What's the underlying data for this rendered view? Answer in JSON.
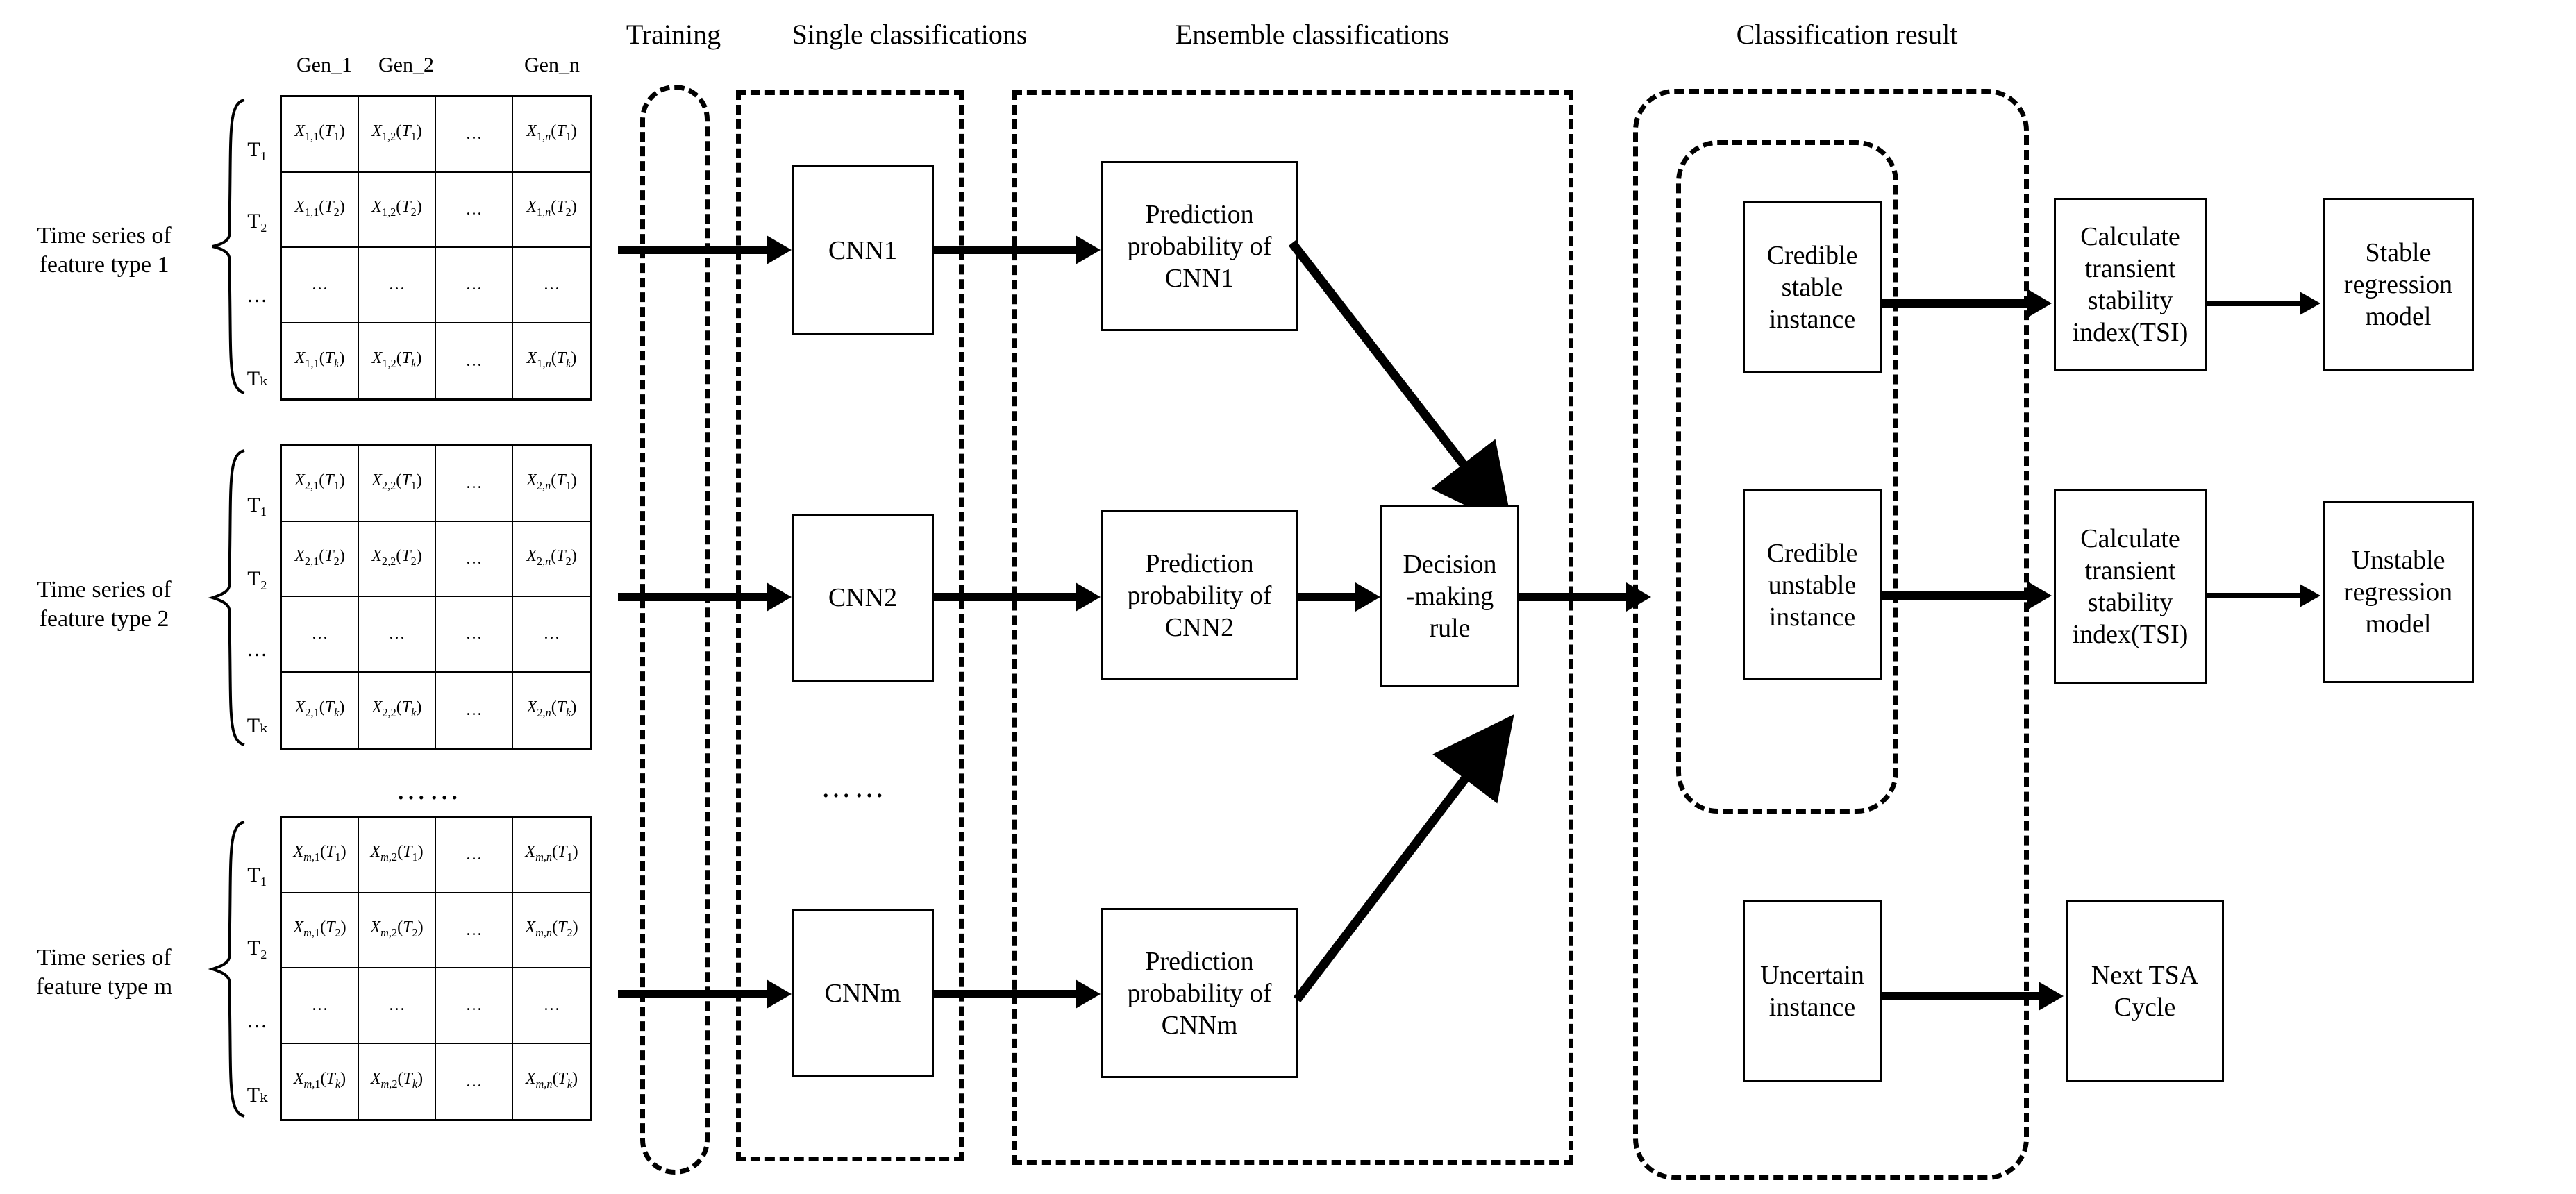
{
  "headers": [
    {
      "id": "training",
      "label": "Training"
    },
    {
      "id": "single",
      "label": "Single classifications"
    },
    {
      "id": "ensemble",
      "label": "Ensemble classifications"
    },
    {
      "id": "result",
      "label": "Classification result"
    }
  ],
  "matrices": [
    {
      "series_label": "Time series of\nfeature type 1",
      "series_label_line1": "Time series of",
      "series_label_line2": "feature type 1",
      "col_headers": [
        "Gen_1",
        "Gen_2",
        "",
        "Gen_n"
      ],
      "row_labels": [
        "T₁",
        "T₂",
        "…",
        "Tₖ"
      ],
      "rows": [
        [
          "X1,1(T1)",
          "X1,2(T1)",
          "…",
          "X1,n(T1)"
        ],
        [
          "X1,1(T2)",
          "X1,2(T2)",
          "…",
          "X1,n(T2)"
        ],
        [
          "…",
          "…",
          "…",
          "…"
        ],
        [
          "X1,1(Tk)",
          "X1,2(Tk)",
          "…",
          "X1,n(Tk)"
        ]
      ]
    },
    {
      "series_label_line1": "Time series of",
      "series_label_line2": "feature type 2",
      "col_headers": [
        "",
        "",
        "",
        ""
      ],
      "row_labels": [
        "T₁",
        "T₂",
        "…",
        "Tₖ"
      ],
      "rows": [
        [
          "X2,1(T1)",
          "X2,2(T1)",
          "…",
          "X2,n(T1)"
        ],
        [
          "X2,1(T2)",
          "X2,2(T2)",
          "…",
          "X2,n(T2)"
        ],
        [
          "…",
          "…",
          "…",
          "…"
        ],
        [
          "X2,1(Tk)",
          "X2,2(Tk)",
          "…",
          "X2,n(Tk)"
        ]
      ]
    },
    {
      "series_label_line1": "Time series of",
      "series_label_line2": "feature type m",
      "col_headers": [
        "",
        "",
        "",
        ""
      ],
      "row_labels": [
        "T₁",
        "T₂",
        "…",
        "Tₖ"
      ],
      "rows": [
        [
          "Xm,1(T1)",
          "Xm,2(T1)",
          "…",
          "Xm,n(T1)"
        ],
        [
          "Xm,1(T2)",
          "Xm,2(T2)",
          "…",
          "Xm,n(T2)"
        ],
        [
          "…",
          "…",
          "…",
          "…"
        ],
        [
          "Xm,1(Tk)",
          "Xm,2(Tk)",
          "…",
          "Xm,n(Tk)"
        ]
      ]
    }
  ],
  "cnn_boxes": [
    {
      "label": "CNN1"
    },
    {
      "label": "CNN2"
    },
    {
      "label": "CNNm"
    }
  ],
  "prediction_boxes": [
    {
      "line1": "Prediction",
      "line2": "probability of",
      "line3": "CNN1"
    },
    {
      "line1": "Prediction",
      "line2": "probability of",
      "line3": "CNN2"
    },
    {
      "line1": "Prediction",
      "line2": "probability of",
      "line3": "CNNm"
    }
  ],
  "decision_box": {
    "line1": "Decision",
    "line2": "-making",
    "line3": "rule"
  },
  "result_boxes": [
    {
      "line1": "Credible",
      "line2": "stable",
      "line3": "instance"
    },
    {
      "line1": "Credible",
      "line2": "unstable",
      "line3": "instance"
    },
    {
      "line1": "Uncertain",
      "line2": "instance",
      "line3": ""
    }
  ],
  "tsi_boxes": [
    {
      "line1": "Calculate",
      "line2": "transient",
      "line3": "stability",
      "line4": "index(TSI)"
    },
    {
      "line1": "Calculate",
      "line2": "transient",
      "line3": "stability",
      "line4": "index(TSI)"
    }
  ],
  "model_boxes": [
    {
      "line1": "Stable",
      "line2": "regression",
      "line3": "model"
    },
    {
      "line1": "Unstable",
      "line2": "regression",
      "line3": "model"
    },
    {
      "line1": "Next TSA",
      "line2": "Cycle",
      "line3": ""
    }
  ],
  "ellipses": {
    "between_matrices": "……",
    "between_cnns": "……"
  },
  "colors": {
    "stroke": "#000000",
    "background": "#ffffff"
  }
}
